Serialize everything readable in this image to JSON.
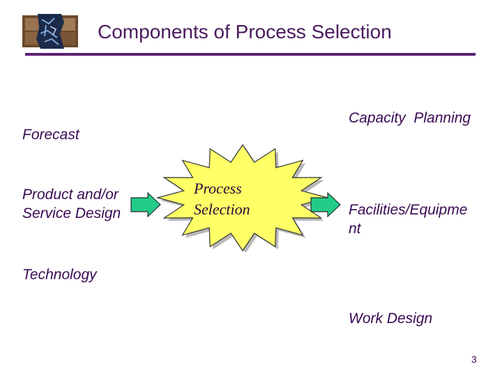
{
  "slide": {
    "title": "Components of Process Selection",
    "page_number": "3"
  },
  "inputs": {
    "forecast": "Forecast",
    "product_service_design": "Product and/or\nService Design",
    "technology": "Technology"
  },
  "center": {
    "label": "Process\nSelection",
    "fill_color": "#ffff66"
  },
  "outputs": {
    "capacity_planning": "Capacity  Planning",
    "facilities_equipment": "Facilities/Equipme\nnt",
    "work_design": "Work Design"
  },
  "colors": {
    "title": "#4b1a5e",
    "rule": "#5c2171",
    "arrow_fill": "#22cc88"
  }
}
